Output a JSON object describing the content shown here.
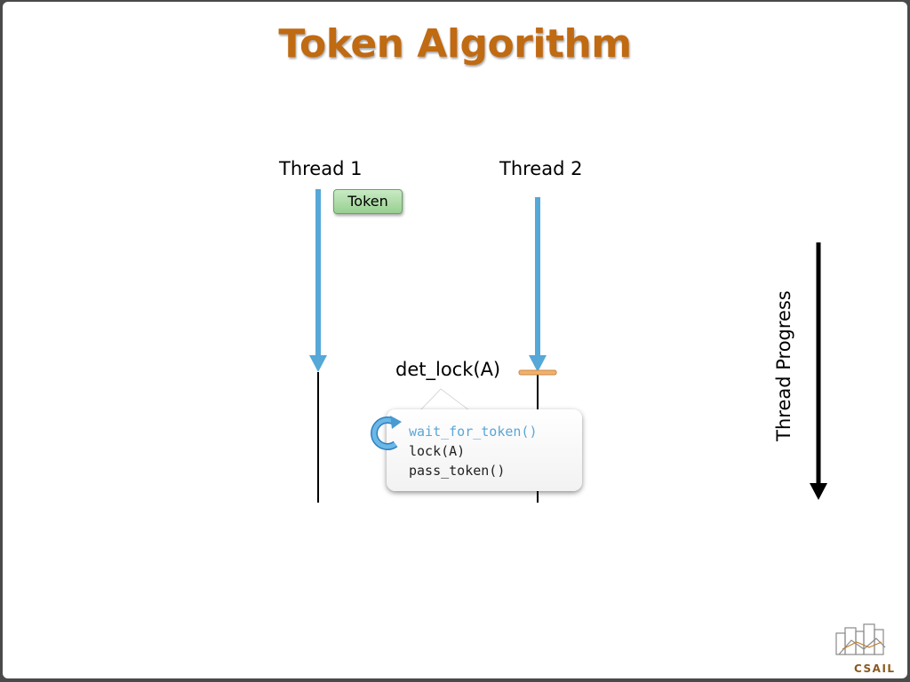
{
  "slide": {
    "title": "Token Algorithm"
  },
  "diagram": {
    "threads": [
      {
        "label": "Thread 1"
      },
      {
        "label": "Thread 2"
      }
    ],
    "token_label": "Token",
    "call_label": "det_lock(A)",
    "code_lines": [
      "wait_for_token()",
      "lock(A)",
      "pass_token()"
    ],
    "active_code_line": 0,
    "progress_label": "Thread Progress"
  },
  "logo": {
    "text": "CSAIL"
  },
  "colors": {
    "title": "#c06a12",
    "progress_arrow": "#55a8d8",
    "token_fill": "#a9d9a2",
    "lock_marker": "#f2b06b",
    "active_code": "#5aa6d8"
  },
  "icons": {
    "wait": "circular-arrow-icon"
  }
}
